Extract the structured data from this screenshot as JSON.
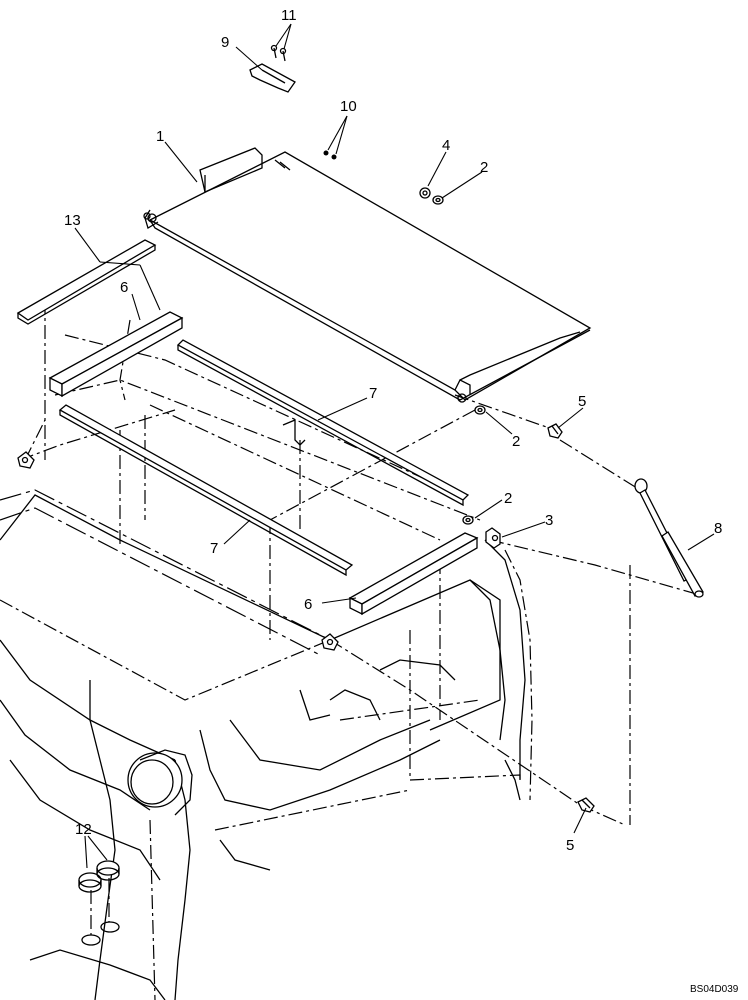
{
  "callouts": {
    "c1": "1",
    "c2a": "2",
    "c2b": "2",
    "c2c": "2",
    "c3": "3",
    "c4": "4",
    "c5a": "5",
    "c5b": "5",
    "c6a": "6",
    "c6b": "6",
    "c7a": "7",
    "c7b": "7",
    "c8": "8",
    "c9": "9",
    "c10": "10",
    "c11": "11",
    "c12": "12",
    "c13": "13"
  },
  "reference_code": "BS04D039"
}
